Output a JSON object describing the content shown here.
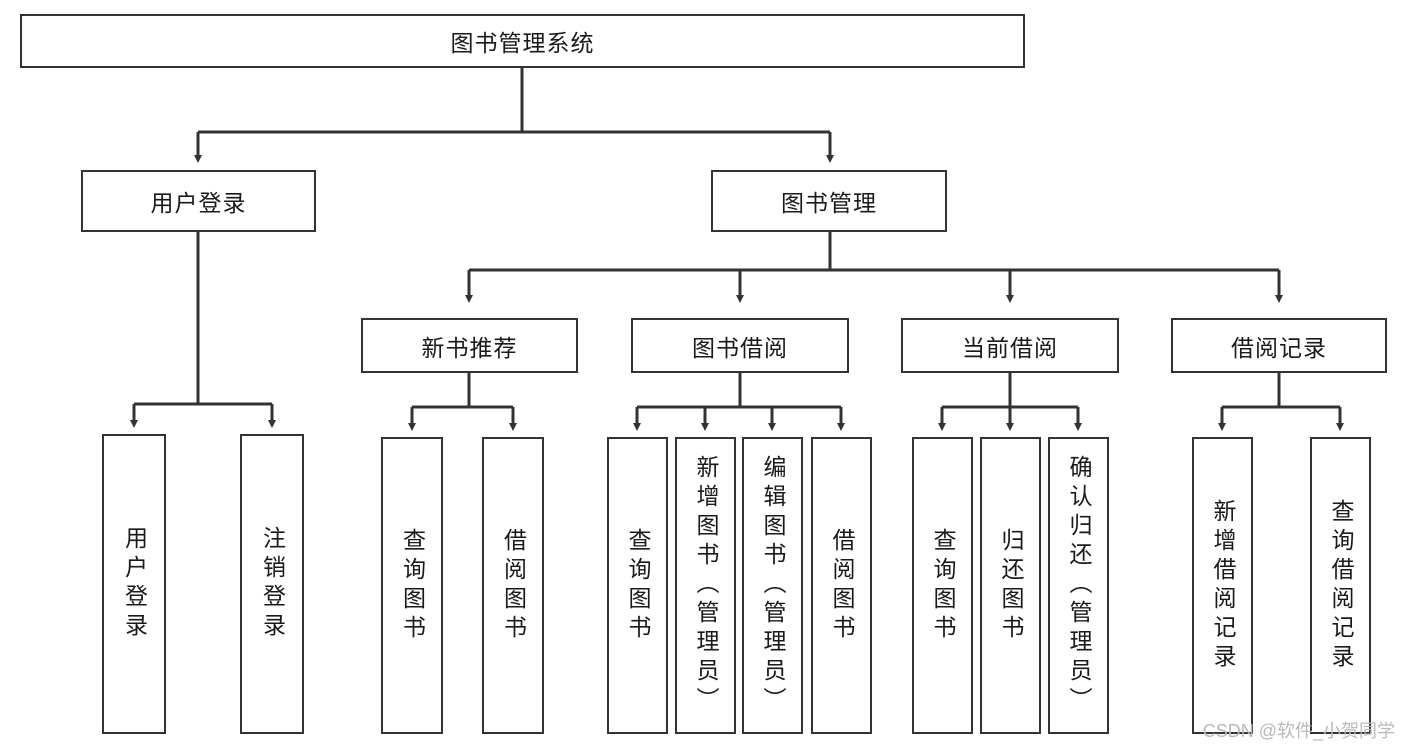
{
  "diagram": {
    "title": "图书管理系统",
    "watermark": "CSDN @软件_小贺同学",
    "colors": {
      "border": "#333333",
      "background": "#ffffff",
      "text": "#1a1a1a",
      "watermark": "#b9b9b9"
    },
    "root": {
      "label": "图书管理系统"
    },
    "level2": [
      {
        "label": "用户登录"
      },
      {
        "label": "图书管理"
      }
    ],
    "level3": [
      {
        "label": "新书推荐"
      },
      {
        "label": "图书借阅"
      },
      {
        "label": "当前借阅"
      },
      {
        "label": "借阅记录"
      }
    ],
    "leaves": [
      {
        "label": "用户登录"
      },
      {
        "label": "注销登录"
      },
      {
        "label": "查询图书"
      },
      {
        "label": "借阅图书"
      },
      {
        "label": "查询图书"
      },
      {
        "label": "新增图书（管理员）"
      },
      {
        "label": "编辑图书（管理员）"
      },
      {
        "label": "借阅图书"
      },
      {
        "label": "查询图书"
      },
      {
        "label": "归还图书"
      },
      {
        "label": "确认归还（管理员）"
      },
      {
        "label": "新增借阅记录"
      },
      {
        "label": "查询借阅记录"
      }
    ]
  }
}
